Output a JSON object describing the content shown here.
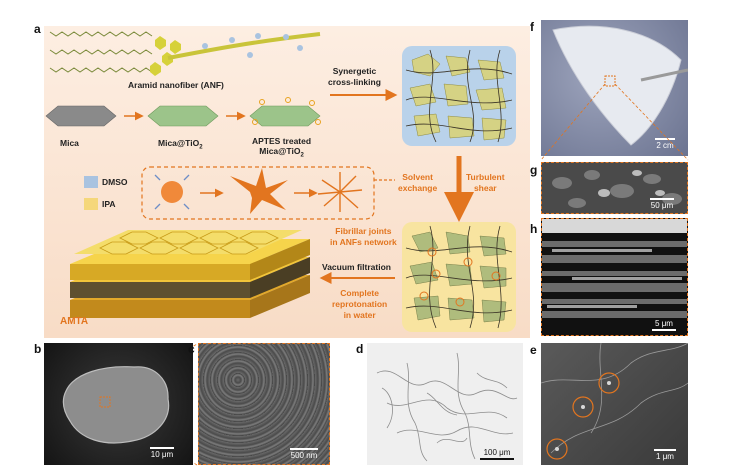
{
  "panels": {
    "a": "a",
    "b": "b",
    "c": "c",
    "d": "d",
    "e": "e",
    "f": "f",
    "g": "g",
    "h": "h"
  },
  "schematic": {
    "anf_label": "Aramid nanofiber (ANF)",
    "mica_label": "Mica",
    "mica_tio2_label": "Mica@TiO",
    "mica_tio2_sub": "2",
    "aptes_line1": "APTES treated",
    "aptes_line2": "Mica@TiO",
    "aptes_sub": "2",
    "synergetic_line1": "Synergetic",
    "synergetic_line2": "cross-linking",
    "legend_dmso": "DMSO",
    "legend_ipa": "IPA",
    "solvent_line1": "Solvent",
    "solvent_line2": "exchange",
    "turbulent_line1": "Turbulent",
    "turbulent_line2": "shear",
    "fibrillar_line1": "Fibrillar joints",
    "fibrillar_line2": "in ANFs network",
    "vacuum_label": "Vacuum filtration",
    "complete_line1": "Complete",
    "complete_line2": "reprotonation",
    "complete_line3": "in water",
    "amta_label": "AMTA"
  },
  "scalebars": {
    "b": "10 μm",
    "c": "500 nm",
    "d": "100 μm",
    "e": "1 μm",
    "f": "2 cm",
    "g": "50 μm",
    "h": "5 μm"
  },
  "colors": {
    "accent": "#e2751f",
    "schematic_bg": "#fbe7d8",
    "dmso": "#a9c3e0",
    "ipa": "#f5d77a",
    "ipa_edge": "#e7b83a",
    "mica_gray": "#8a8a8a",
    "mica_green": "#9cc48a"
  }
}
